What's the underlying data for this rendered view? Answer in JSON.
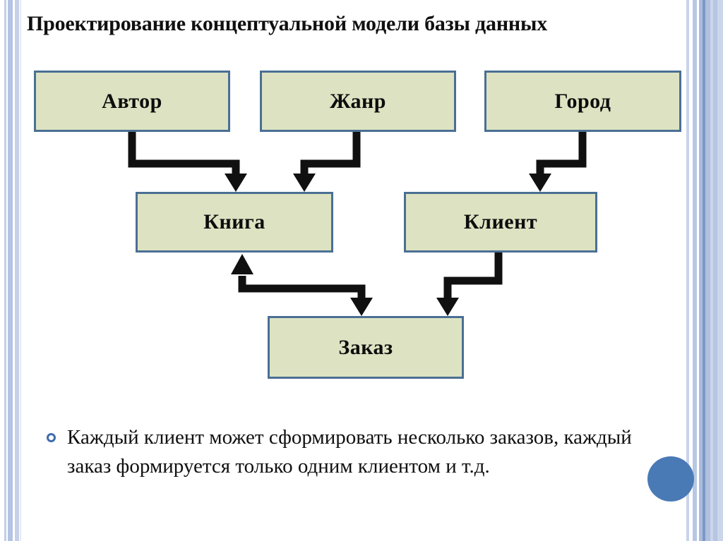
{
  "slide": {
    "title": "Проектирование концептуальной модели базы данных",
    "background_color": "#ffffff"
  },
  "theme": {
    "box_fill": "#dde3c2",
    "box_border": "#4a6f94",
    "connector_color": "#101010",
    "accent_blue": "#4a7ab5",
    "bullet_color": "#3f6bad",
    "stripe_light": "#ccd6ea",
    "stripe_mid": "#aabcdd",
    "stripe_dark": "#7e98c4"
  },
  "diagram": {
    "type": "entity-relationship",
    "entities": [
      {
        "id": "avtor",
        "label": "Автор",
        "row": 1
      },
      {
        "id": "zhanr",
        "label": "Жанр",
        "row": 1
      },
      {
        "id": "gorod",
        "label": "Город",
        "row": 1
      },
      {
        "id": "kniga",
        "label": "Книга",
        "row": 2
      },
      {
        "id": "klient",
        "label": "Клиент",
        "row": 2
      },
      {
        "id": "zakaz",
        "label": "Заказ",
        "row": 3
      }
    ],
    "relations": [
      {
        "from": "avtor",
        "to": "kniga",
        "arrow": "single"
      },
      {
        "from": "zhanr",
        "to": "kniga",
        "arrow": "single"
      },
      {
        "from": "gorod",
        "to": "klient",
        "arrow": "single"
      },
      {
        "from": "kniga",
        "to": "zakaz",
        "arrow": "double"
      },
      {
        "from": "klient",
        "to": "zakaz",
        "arrow": "single"
      }
    ]
  },
  "bullets": [
    {
      "marker": "hollow-circle",
      "text": "Каждый клиент может сформировать несколько заказов, каждый заказ формируется только одним клиентом и т.д."
    }
  ]
}
